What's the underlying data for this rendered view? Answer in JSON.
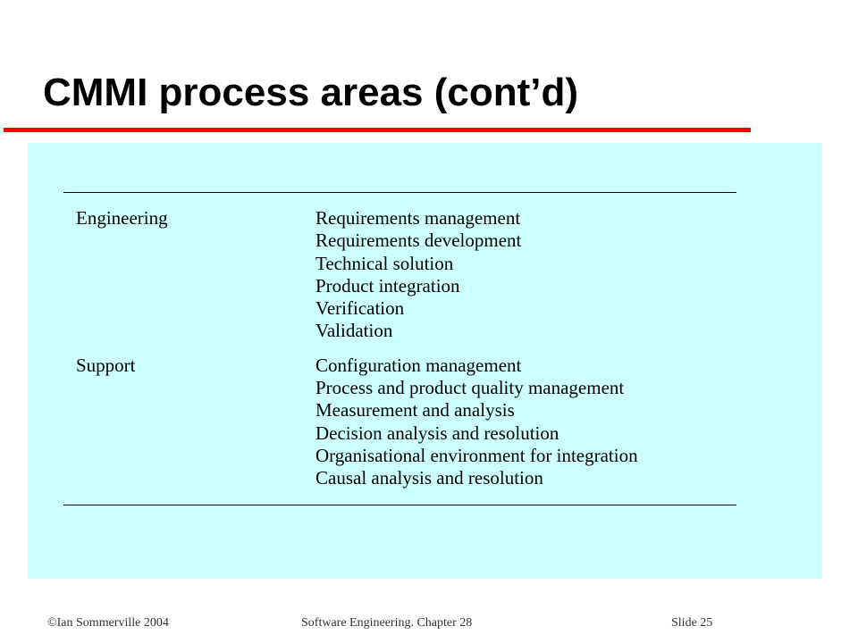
{
  "slide": {
    "title": "CMMI process areas (cont’d)",
    "accent_color": "#ff0000",
    "panel_color": "#ccffff"
  },
  "process_areas": [
    {
      "category": "Engineering",
      "areas": [
        "Requirements management",
        "Requirements development",
        "Technical solution",
        "Product integration",
        "Verification",
        "Validation"
      ]
    },
    {
      "category": "Support",
      "areas": [
        "Configuration management",
        "Process and product quality management",
        "Measurement and analysis",
        "Decision analysis and resolution",
        "Organisational environment for integration",
        "Causal analysis and resolution"
      ]
    }
  ],
  "footer": {
    "copyright": "©Ian Sommerville  2004",
    "book": "Software Engineering.  Chapter 28",
    "slide_number": "Slide  25"
  }
}
